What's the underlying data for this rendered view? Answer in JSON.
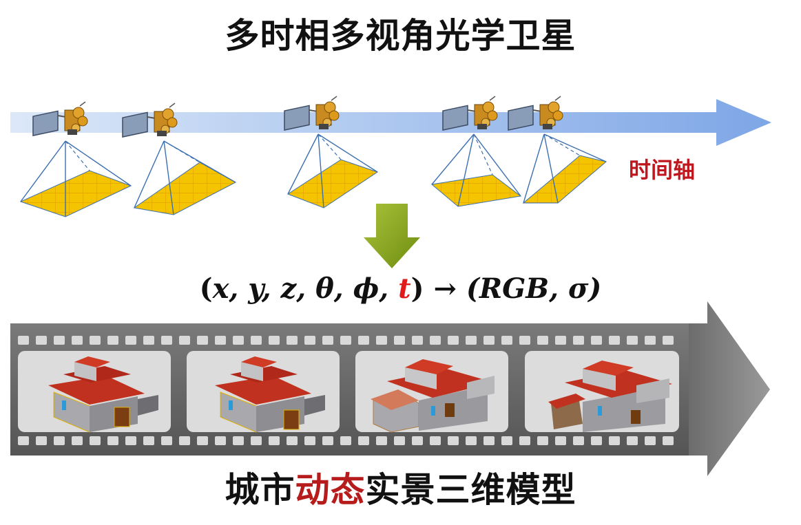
{
  "title": "多时相多视角光学卫星",
  "time_axis_label": "时间轴",
  "formula": {
    "open": "(",
    "vars": "x, y, z, θ, ϕ, ",
    "t": "t",
    "close": ")",
    "arrow": " → ",
    "result": "(RGB, σ)"
  },
  "bottom_title": {
    "part1": "城市",
    "part2": "动态",
    "part3": "实景三维模型"
  },
  "colors": {
    "title_text": "#111111",
    "highlight_red": "#b71c1c",
    "time_axis_blue": "#8fb4ea",
    "footprint_yellow": "#f5c400",
    "down_arrow_green": "#8aa81e",
    "film_gray": "#6e6e6e",
    "roof_red": "#c0321f",
    "wall_gray": "#b9b9bd"
  }
}
